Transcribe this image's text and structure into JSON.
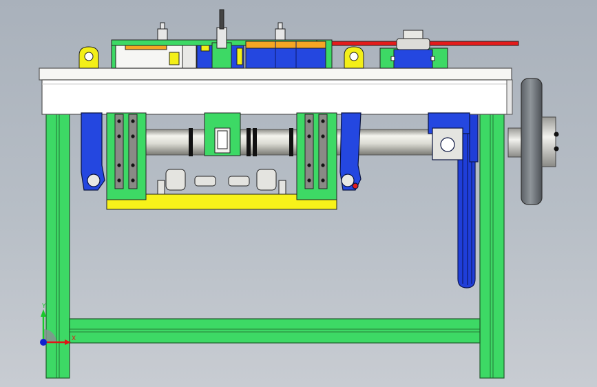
{
  "app": {
    "view": "front-elevation"
  },
  "colors": {
    "background": "#b3bac3",
    "frame": "#3dd965",
    "slide_block": "#2447e0",
    "carriage_base": "#f7f21a",
    "top_plate": "#ffffff",
    "brass_block": "#f5a623",
    "yellow_lug": "#f3ef18",
    "red_rod": "#e41b1b",
    "shaft": "#e6e6e0",
    "flywheel": "#7a7f84"
  },
  "triad": {
    "x_label": "X",
    "y_label": "Y",
    "x_color": "#e01616",
    "y_color": "#19c82a",
    "z_color": "#1020d0"
  },
  "parts": [
    {
      "name": "left-leg"
    },
    {
      "name": "right-leg"
    },
    {
      "name": "crossbar"
    },
    {
      "name": "top-plate"
    },
    {
      "name": "shaft"
    },
    {
      "name": "flywheel"
    },
    {
      "name": "belt-drive"
    },
    {
      "name": "carriage"
    }
  ]
}
